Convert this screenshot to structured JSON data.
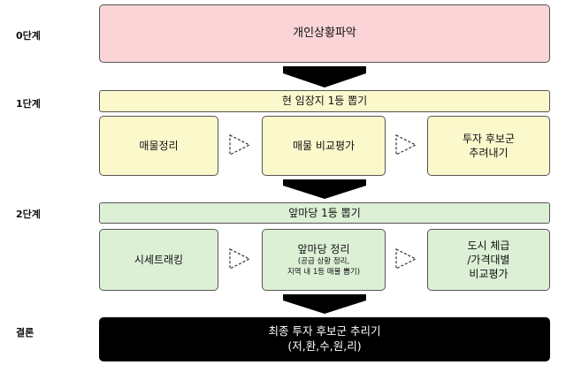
{
  "stages": {
    "s0": "0단계",
    "s1": "1단계",
    "s2": "2단계",
    "s3": "결론"
  },
  "step0": {
    "title": "개인상황파악"
  },
  "step1": {
    "header": "현 임장지 1등 뽑기",
    "box_a": "매물정리",
    "box_b": "매물 비교평가",
    "box_c_line1": "투자 후보군",
    "box_c_line2": "추려내기"
  },
  "step2": {
    "header": "앞마당 1등 뽑기",
    "box_a": "시세트래킹",
    "box_b_title": "앞마당 정리",
    "box_b_sub1": "(공급 상황 정리,",
    "box_b_sub2": "지역 내 1등 매물 뽑기)",
    "box_c_line1": "도시 체급",
    "box_c_line2": "/가격대별",
    "box_c_line3": "비교평가"
  },
  "conclusion": {
    "line1": "최종 투자 후보군 추리기",
    "line2": "(저,환,수,원,리)"
  },
  "colors": {
    "pink": "#fad4d6",
    "yellow": "#fbf8cc",
    "green": "#dcf0d6",
    "black": "#000000"
  }
}
